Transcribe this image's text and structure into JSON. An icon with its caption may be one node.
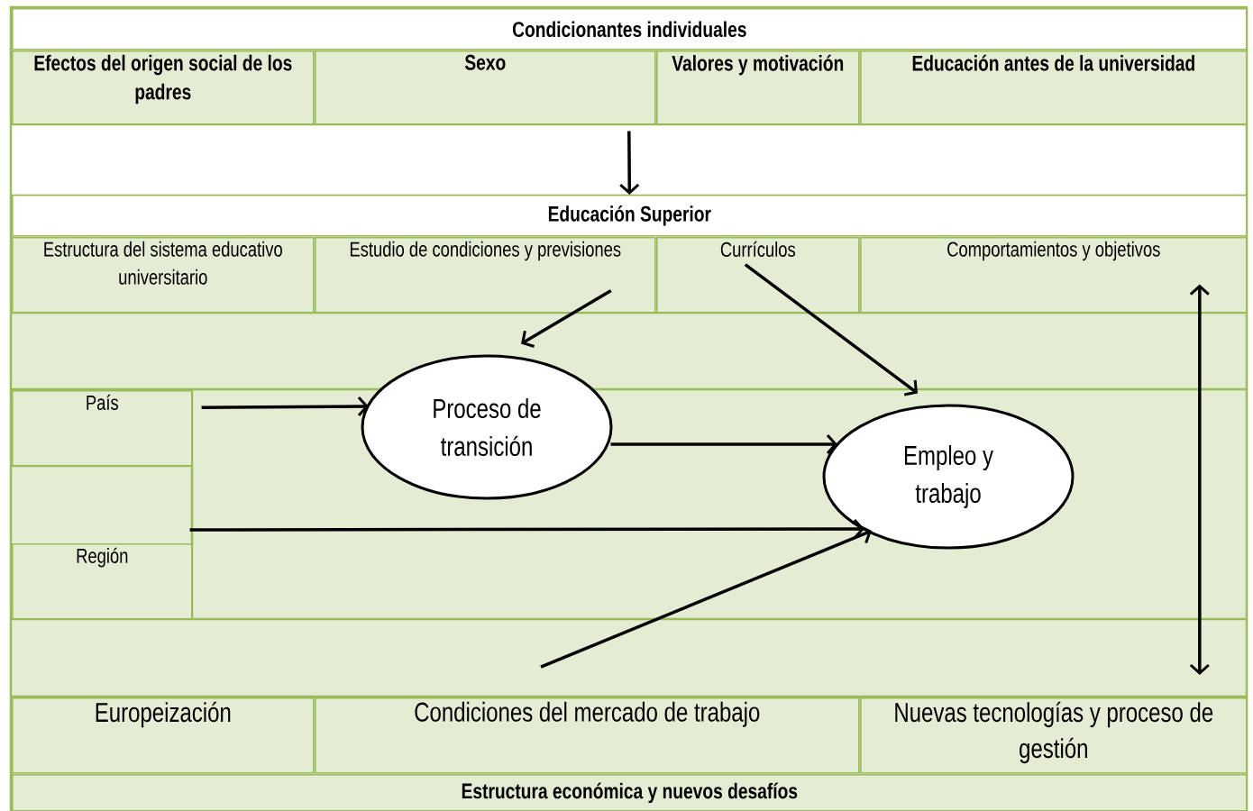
{
  "diagram": {
    "nodes": [
      {
        "text": [
          "Condicionantes individuales"
        ]
      },
      {
        "text": [
          "Efectos del origen social de los padres"
        ]
      },
      {
        "text": [
          "Sexo"
        ]
      },
      {
        "text": [
          "Valores y motivación"
        ]
      },
      {
        "text": [
          "Educación antes de la universidad"
        ]
      },
      {
        "text": [
          "Educación Superior"
        ]
      },
      {
        "text": [
          "Estructura del sistema educativo universitario"
        ]
      },
      {
        "text": [
          "Estudio de condiciones y previsiones"
        ]
      },
      {
        "text": [
          "Currículos"
        ]
      },
      {
        "text": [
          "Comportamientos y objetivos"
        ]
      },
      {
        "text": [
          "País"
        ]
      },
      {
        "text": [
          "Proceso de transición"
        ]
      },
      {
        "text": [
          "Empleo y trabajo"
        ]
      },
      {
        "text": [
          "Región"
        ]
      },
      {
        "text": [
          "Europeización"
        ]
      },
      {
        "text": [
          "Condiciones del mercado de trabajo"
        ]
      },
      {
        "text": [
          "Nuevas tecnologías y proceso de gestión"
        ]
      },
      {
        "text": [
          "Estructura económica y nuevos desafíos"
        ]
      }
    ],
    "edges": [
      {
        "from": 2,
        "to": 5,
        "arrow": "to"
      },
      {
        "from": 7,
        "to": 11,
        "arrow": "to"
      },
      {
        "from": 8,
        "to": 12,
        "arrow": "to"
      },
      {
        "from": 10,
        "to": 11,
        "arrow": "to"
      },
      {
        "from": 13,
        "to": 12,
        "arrow": "to"
      },
      {
        "from": 11,
        "to": 12,
        "arrow": "to"
      },
      {
        "from": null,
        "to": 12,
        "arrow": "to"
      },
      {
        "from": 9,
        "to": 16,
        "arrow": "both"
      }
    ]
  }
}
